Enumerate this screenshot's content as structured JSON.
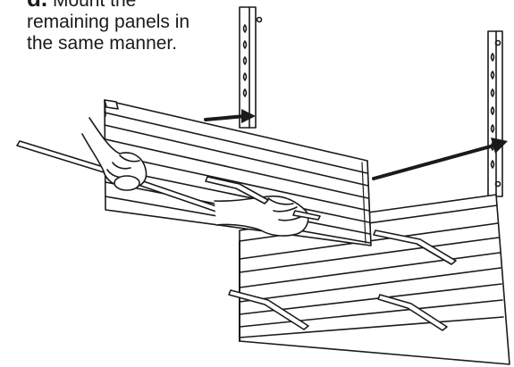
{
  "instruction": {
    "step_letter": "d.",
    "text_line1": "Mount the",
    "text_line2": "remaining panels in",
    "text_line3": "the same manner."
  },
  "illustration": {
    "stroke_color": "#1a1a1a",
    "fill_color": "#ffffff"
  }
}
